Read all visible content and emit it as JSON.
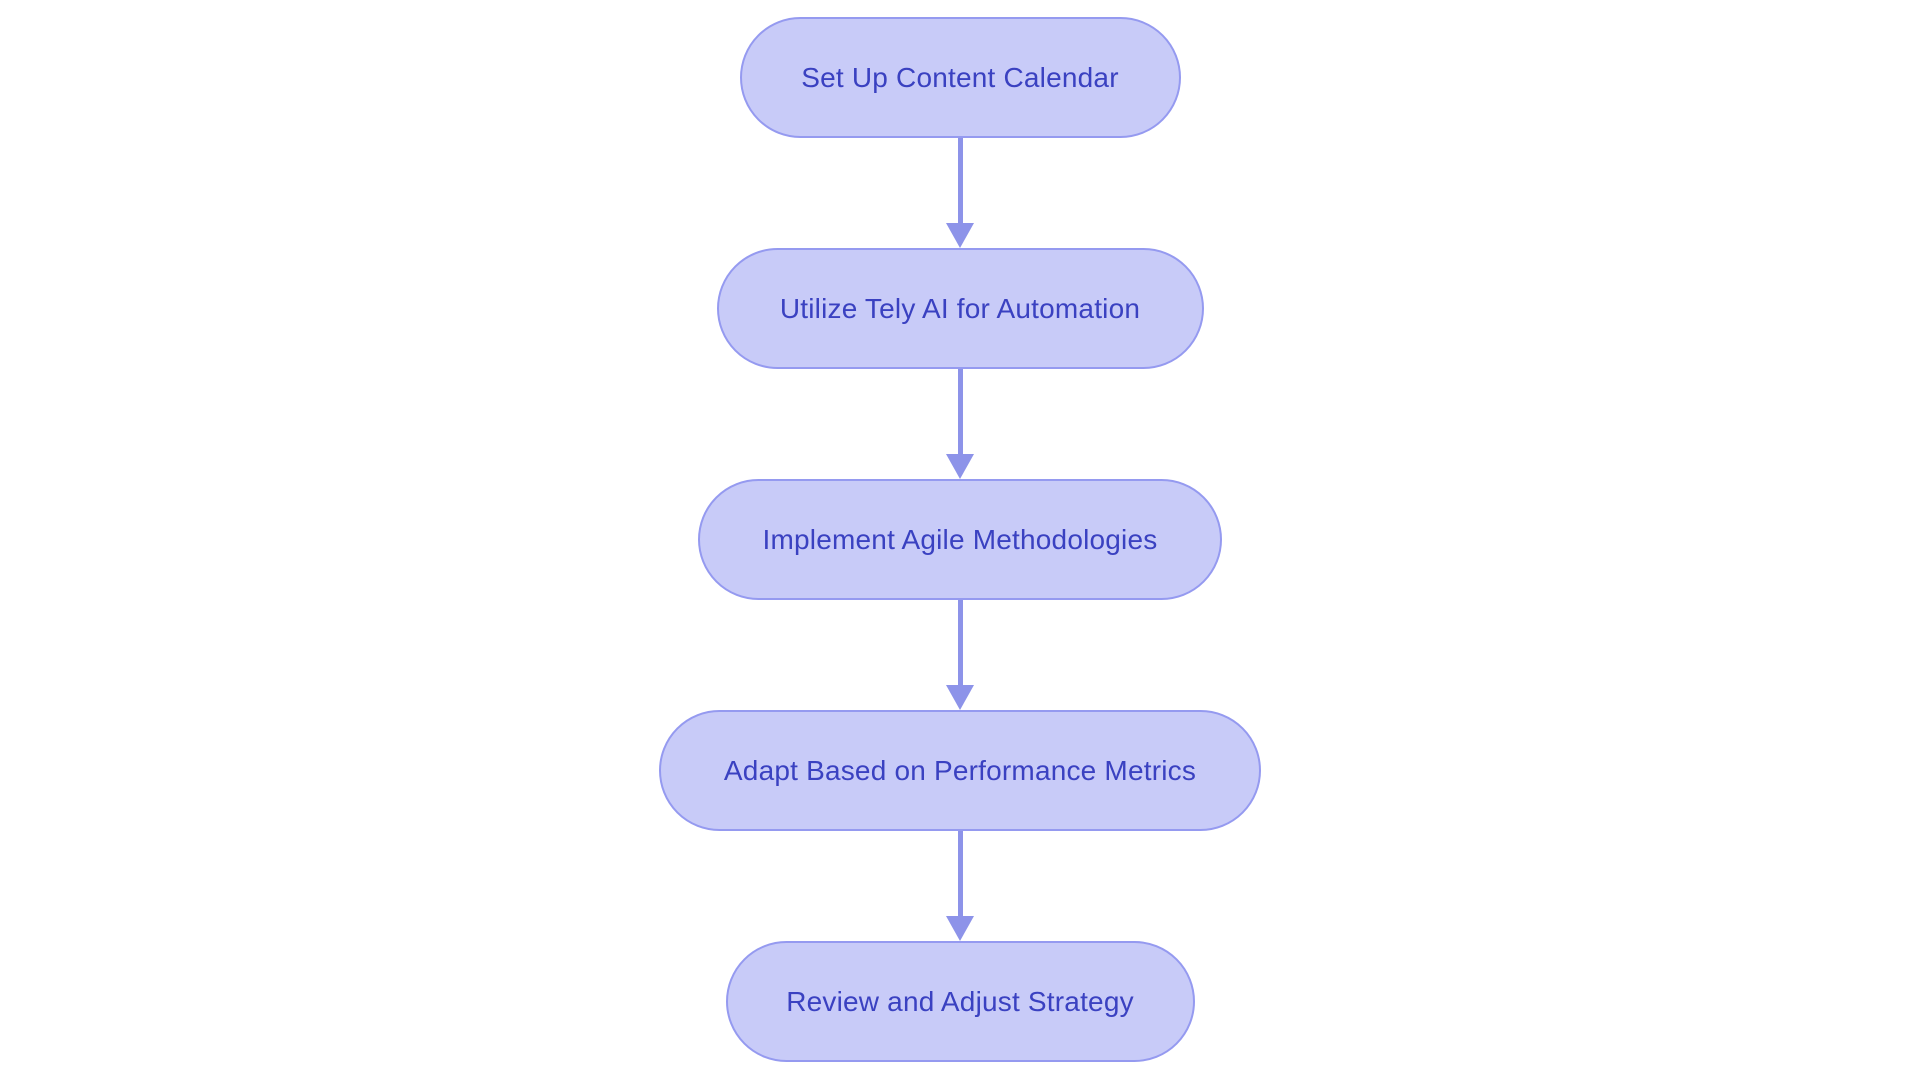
{
  "diagram": {
    "type": "flowchart",
    "direction": "top-to-bottom",
    "nodes": [
      {
        "id": "n1",
        "label": "Set Up Content Calendar"
      },
      {
        "id": "n2",
        "label": "Utilize Tely AI for Automation"
      },
      {
        "id": "n3",
        "label": "Implement Agile Methodologies"
      },
      {
        "id": "n4",
        "label": "Adapt Based on Performance Metrics"
      },
      {
        "id": "n5",
        "label": "Review and Adjust Strategy"
      }
    ],
    "edges": [
      {
        "from": "n1",
        "to": "n2"
      },
      {
        "from": "n2",
        "to": "n3"
      },
      {
        "from": "n3",
        "to": "n4"
      },
      {
        "from": "n4",
        "to": "n5"
      }
    ],
    "colors": {
      "node_fill": "#c8cbf8",
      "node_border": "#959af0",
      "node_text": "#3a41c1",
      "arrow": "#8d93e9",
      "background": "#ffffff"
    }
  }
}
